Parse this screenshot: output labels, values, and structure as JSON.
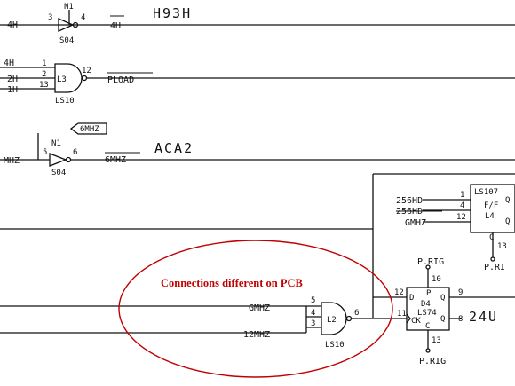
{
  "note": {
    "text": "Connections different on PCB",
    "color": "#c00000"
  },
  "top": {
    "in_label": "4H",
    "gate_name": "N1",
    "pin_in": "3",
    "pin_out": "4",
    "chip": "S04",
    "out_label": "4H",
    "hand_label": "H93H"
  },
  "pload": {
    "inputs": [
      "4H",
      "2H",
      "1H"
    ],
    "pins": [
      "1",
      "2",
      "13"
    ],
    "pin_out": "12",
    "gate": "L3",
    "chip": "LS10",
    "out_label": "PLOAD"
  },
  "mhz": {
    "flag": "6MHZ",
    "gate_name": "N1",
    "in_label": "MHZ",
    "pin_in": "5",
    "pin_out": "6",
    "chip": "S04",
    "out_label": "6MHZ",
    "hand_label": "ACA2"
  },
  "flipflop": {
    "chip": "LS107",
    "type": "F/F",
    "name": "L4",
    "inputs": [
      "256HD",
      "256HD",
      "GMHZ"
    ],
    "pins": [
      "1",
      "4",
      "12"
    ],
    "q_pins": [
      "Q",
      "Q"
    ],
    "c_label": "C",
    "c_pin": "13",
    "supply": "P.RI"
  },
  "nand": {
    "inputs": [
      "GMHZ",
      "12MHZ"
    ],
    "pins": [
      "5",
      "4",
      "3"
    ],
    "gate": "L2",
    "pin_out": "6",
    "chip": "LS10"
  },
  "d4": {
    "top_supply": "P.RIG",
    "top_pin": "10",
    "p_label": "P",
    "pin_d": "12",
    "d_label": "D",
    "name": "D4",
    "chip": "LS74",
    "pin_ck": "11",
    "ck_label": "CK",
    "q_label": "Q",
    "q_pin": "9",
    "qbar_label": "Q",
    "qbar_pin": "8",
    "c_label": "C",
    "bottom_pin": "13",
    "bottom_supply": "P.RIG",
    "out_label": "24U"
  }
}
